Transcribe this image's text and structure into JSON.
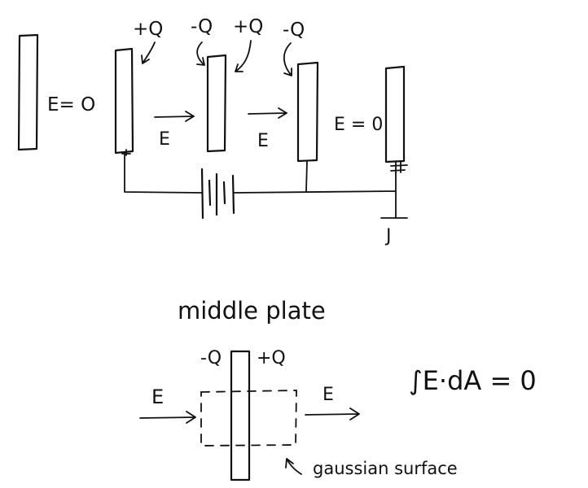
{
  "top_diagram": {
    "labels": {
      "plate2_charge": "+Q",
      "plate3_left_charge": "-Q",
      "plate3_right_charge": "+Q",
      "plate4_charge": "-Q",
      "field_zero_left": "E= O",
      "field_between_1": "E",
      "field_between_2": "E",
      "field_zero_right": "E = 0",
      "ground_label": "J"
    }
  },
  "bottom_diagram": {
    "title": "middle plate",
    "left_charge": "-Q",
    "right_charge": "+Q",
    "field_in": "E",
    "field_out": "E",
    "equation": "∫E·dA = 0",
    "surface_label": "gaussian surface"
  },
  "colors": {
    "ink": "#111111",
    "background": "#ffffff"
  }
}
